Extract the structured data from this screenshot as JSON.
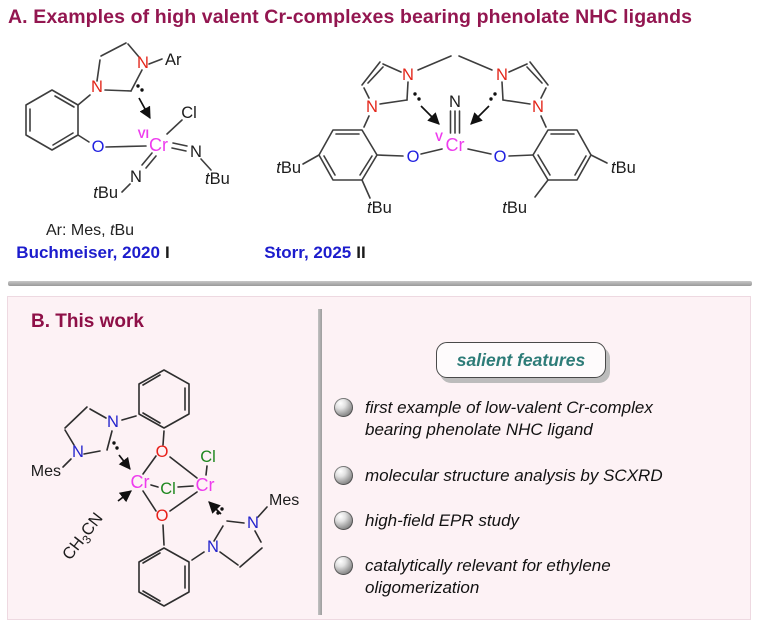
{
  "colors": {
    "panel_a_title": "#931650",
    "reference_blue": "#1c1ccd",
    "chromium_magenta": "#ee3cee",
    "panel_a_nitrogen_red": "#e3261a",
    "panel_a_oxygen_blue": "#2121e0",
    "panel_b_nitrogen_blue": "#2424cc",
    "panel_b_oxygen_red": "#e8201a",
    "panel_b_chlorine_green": "#1e871e",
    "features_teal": "#2e7c78",
    "panel_b_background": "#fdf2f5"
  },
  "sym": {
    "n": "N",
    "o": "O",
    "cl": "Cl",
    "cr": "Cr",
    "ar": "Ar",
    "mes": "Mes",
    "vi": "VI",
    "v": "V",
    "t": "t",
    "bu": "Bu",
    "ch": "CH",
    "three": "3",
    "cn": "CN"
  },
  "panel_a": {
    "title": "A. Examples of high valent Cr-complexes bearing phenolate NHC ligands",
    "buchmeiser": {
      "ar_note_prefix": "Ar: Mes, ",
      "reference": "Buchmeiser, 2020",
      "compound_number": "I"
    },
    "storr": {
      "reference": "Storr, 2025",
      "compound_number": "II"
    }
  },
  "panel_b": {
    "title": "B. This work",
    "features_title": "salient features",
    "features": [
      "first example of low-valent Cr-complex bearing phenolate NHC ligand",
      "molecular structure analysis by SCXRD",
      "high-field EPR study",
      "catalytically relevant for ethylene oligomerization"
    ]
  }
}
